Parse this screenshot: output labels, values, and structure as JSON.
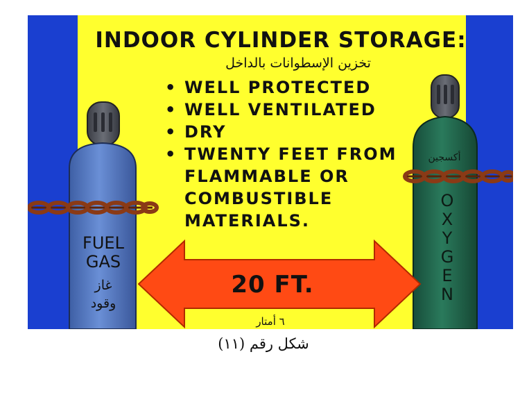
{
  "poster": {
    "title": "INDOOR CYLINDER STORAGE:",
    "subtitle_ar": "تخزين الإسطوانات بالداخل",
    "bullets": [
      "WELL PROTECTED",
      "WELL VENTILATED",
      "DRY",
      "TWENTY FEET FROM",
      "FLAMMABLE OR",
      "COMBUSTIBLE",
      "MATERIALS."
    ],
    "fuel_cylinder": {
      "label_line1": "FUEL",
      "label_line2": "GAS",
      "label_ar_line1": "غاز",
      "label_ar_line2": "وقود"
    },
    "oxygen_cylinder": {
      "label_ar": "أكسجين",
      "letters": [
        "O",
        "X",
        "Y",
        "G",
        "E",
        "N"
      ]
    },
    "distance": {
      "label": "20 FT.",
      "label_ar": "٦ أمتار"
    },
    "colors": {
      "side_panels": "#1a3fd0",
      "background": "#ffff2e",
      "fuel_cylinder": "#5a7fc8",
      "oxygen_cylinder": "#1f6b50",
      "valve_cap": "#4c4f57",
      "chain": "#8a3a16",
      "arrow": "#ff4a14"
    }
  },
  "caption": "شكل رقم (١١)"
}
